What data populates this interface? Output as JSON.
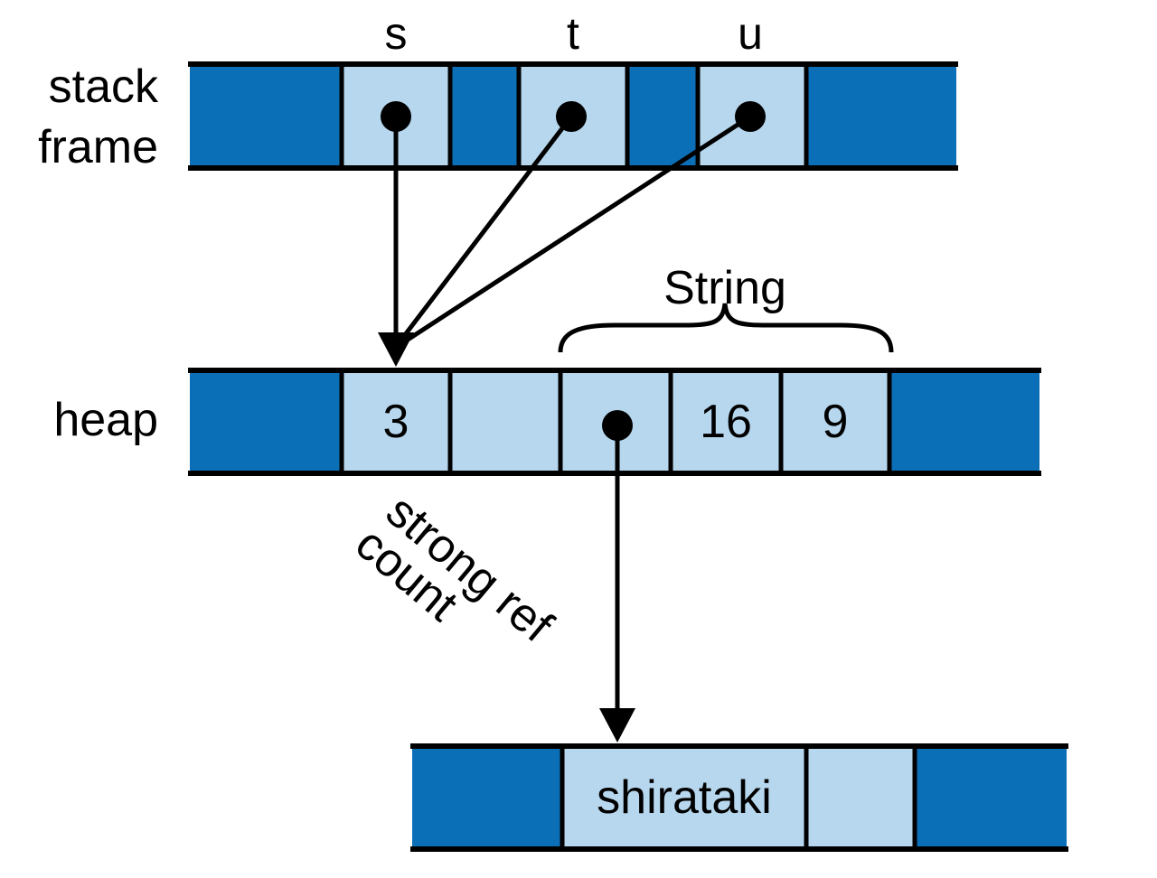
{
  "stack": {
    "row_label_line1": "stack",
    "row_label_line2": "frame",
    "vars": [
      "s",
      "t",
      "u"
    ]
  },
  "heap": {
    "row_label": "heap",
    "refcount_value": "3",
    "string_label": "String",
    "capacity_value": "16",
    "length_value": "9",
    "refcount_annotation_line1": "strong ref",
    "refcount_annotation_line2": "count"
  },
  "buffer": {
    "text": "shirataki"
  },
  "colors": {
    "dark_cell": "#0b6fb8",
    "light_cell": "#b7d7ee",
    "ink": "#000000"
  }
}
